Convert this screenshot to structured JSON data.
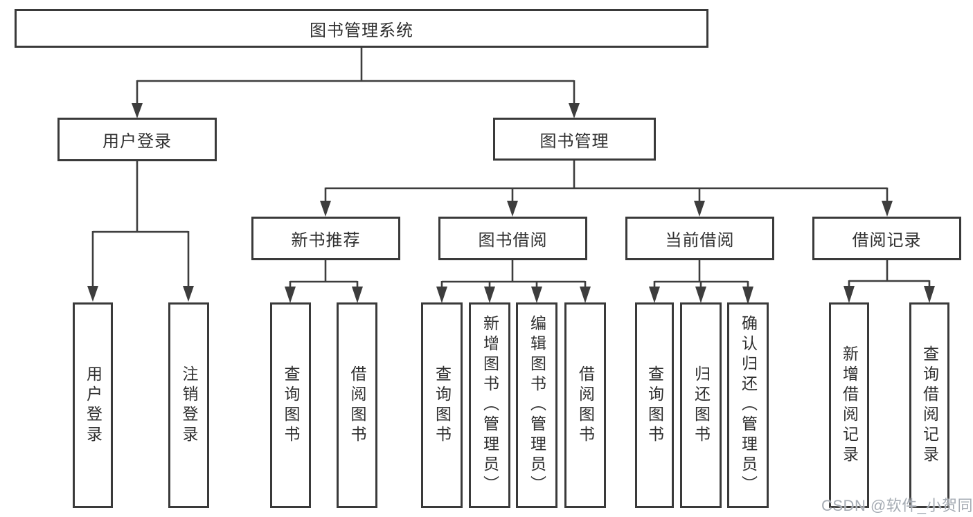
{
  "diagram_title": "图书管理系统",
  "tree": {
    "root": {
      "label": "图书管理系统"
    },
    "level2": [
      {
        "label": "用户登录",
        "parent": "图书管理系统"
      },
      {
        "label": "图书管理",
        "parent": "图书管理系统"
      }
    ],
    "level3": [
      {
        "label": "新书推荐",
        "parent": "图书管理"
      },
      {
        "label": "图书借阅",
        "parent": "图书管理"
      },
      {
        "label": "当前借阅",
        "parent": "图书管理"
      },
      {
        "label": "借阅记录",
        "parent": "图书管理"
      }
    ],
    "leaves": [
      {
        "label": "用户登录",
        "parent": "用户登录"
      },
      {
        "label": "注销登录",
        "parent": "用户登录"
      },
      {
        "label": "查询图书",
        "parent": "新书推荐"
      },
      {
        "label": "借阅图书",
        "parent": "新书推荐"
      },
      {
        "label": "查询图书",
        "parent": "图书借阅"
      },
      {
        "label": "新增图书（管理员）",
        "parent": "图书借阅"
      },
      {
        "label": "编辑图书（管理员）",
        "parent": "图书借阅"
      },
      {
        "label": "借阅图书",
        "parent": "图书借阅"
      },
      {
        "label": "查询图书",
        "parent": "当前借阅"
      },
      {
        "label": "归还图书",
        "parent": "当前借阅"
      },
      {
        "label": "确认归还（管理员）",
        "parent": "当前借阅"
      },
      {
        "label": "新增借阅记录",
        "parent": "借阅记录"
      },
      {
        "label": "查询借阅记录",
        "parent": "借阅记录"
      }
    ]
  },
  "watermark": {
    "text": "CSDN @软件_小贺同学",
    "color": "#a6acb4"
  },
  "colors": {
    "background": "#ffffff",
    "line": "#3d3d3d",
    "box_border": "#3a3a3a",
    "text": "#2f2f2f",
    "watermark": "#a6acb4"
  }
}
